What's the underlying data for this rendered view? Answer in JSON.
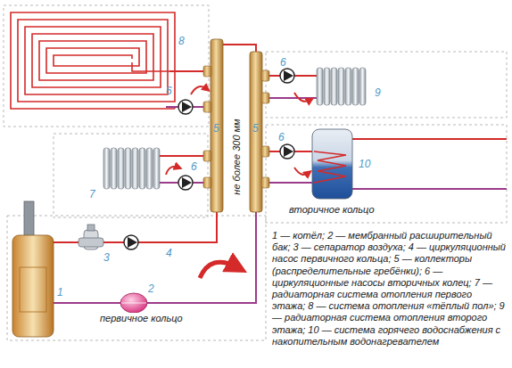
{
  "diagram": {
    "labels": [
      "8",
      "6",
      "6",
      "9",
      "5",
      "5",
      "не более 300 мм",
      "6",
      "7",
      "6",
      "10",
      "вторичное кольцо",
      "3",
      "4",
      "1",
      "2",
      "первичное кольцо",
      "1 — котёл; 2 — мембранный расширительный бак; 3 — сепаратор воздуха; 4 — циркуляционный насос первичного кольца; 5 — коллекторы (распределительные гребёнки); 6 — циркуляционные насосы вторичных колец; 7 — радиаторная система отопления первого этажа; 8 — система отопления «тёплый пол»; 9 — радиаторная система отопления второго этажа; 10 — система горячего водоснабжения с накопительным водонагревателем"
    ]
  }
}
